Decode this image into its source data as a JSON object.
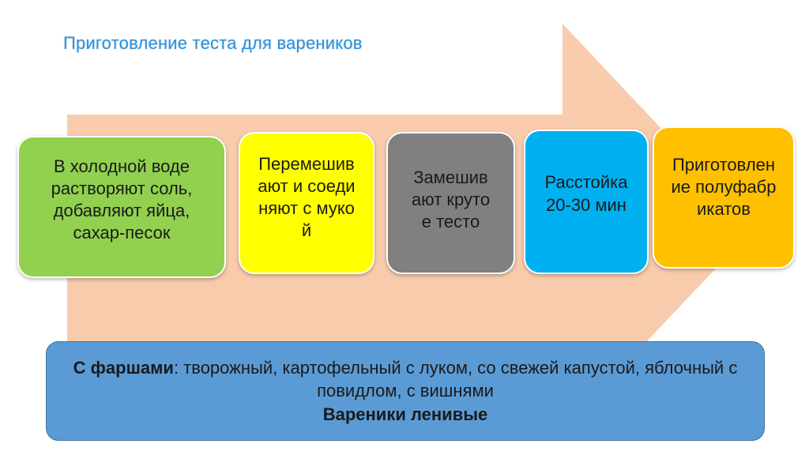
{
  "title": "Приготовление теста для вареников",
  "colors": {
    "arrow": "#f8cbad",
    "title": "#2e8fd6",
    "step_green": "#92d050",
    "step_yellow": "#ffff00",
    "step_gray": "#808080",
    "step_blue": "#00b0f0",
    "step_orange": "#ffc000",
    "bottom_box": "#5b9bd5"
  },
  "steps": [
    {
      "text": "В холодной воде растворяют соль, добавляют яйца, сахар-песок"
    },
    {
      "text": "Перемешивают и соединяют с мукой"
    },
    {
      "text": "Замешивают крутое тесто"
    },
    {
      "text": "Расстойка 20-30 мин"
    },
    {
      "text": "Приготовление полуфабрикатов"
    }
  ],
  "bottom": {
    "fillings_label": "С фаршами",
    "fillings_text": ": творожный, картофельный с луком, со свежей капустой, яблочный с повидлом, с вишнями",
    "lazy": "Вареники ленивые"
  }
}
